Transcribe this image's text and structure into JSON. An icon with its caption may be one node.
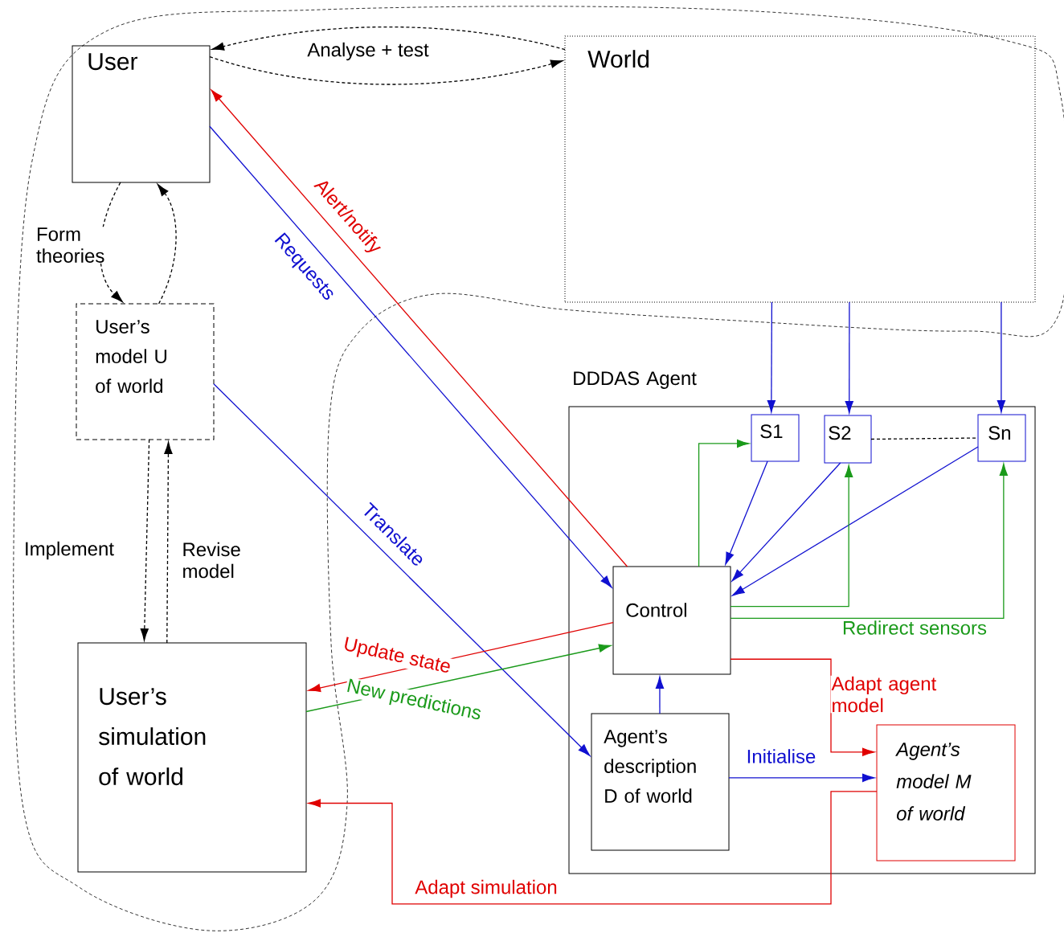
{
  "diagram": {
    "nodes": [
      {
        "text": [
          "User"
        ]
      },
      {
        "text": [
          "World"
        ]
      },
      {
        "text": [
          "User’s model U of world"
        ]
      },
      {
        "text": [
          "User’s simulation of world"
        ]
      },
      {
        "text": [
          "DDDAS Agent"
        ]
      },
      {
        "text": [
          "S1"
        ],
        "in": 4
      },
      {
        "text": [
          "S2"
        ],
        "in": 4
      },
      {
        "text": [
          "Sn"
        ],
        "in": 4
      },
      {
        "text": [
          "Control"
        ],
        "in": 4
      },
      {
        "text": [
          "Agent’s description D of world"
        ],
        "in": 4
      },
      {
        "text": [
          "Agent’s model M of world"
        ],
        "in": 4
      }
    ],
    "edges": [
      {
        "from": 1,
        "to": 0,
        "arrow": "to",
        "label": "Analyse + test",
        "style": "dashed",
        "color": "#000000"
      },
      {
        "from": 0,
        "to": 1,
        "arrow": "to",
        "style": "dashed",
        "color": "#000000"
      },
      {
        "from": 0,
        "to": 2,
        "arrow": "to",
        "label": "Form theories",
        "style": "dashed",
        "color": "#000000"
      },
      {
        "from": 2,
        "to": 0,
        "arrow": "to",
        "style": "dashed",
        "color": "#000000"
      },
      {
        "from": 2,
        "to": 3,
        "arrow": "to",
        "label": "Implement",
        "style": "dashed",
        "color": "#000000"
      },
      {
        "from": 3,
        "to": 2,
        "arrow": "to",
        "label": "Revise model",
        "style": "dashed",
        "color": "#000000"
      },
      {
        "from": 0,
        "to": 8,
        "arrow": "to",
        "label": "Requests"
      },
      {
        "from": 8,
        "to": 0,
        "arrow": "to",
        "label": "Alert/notify",
        "color": "#e00000"
      },
      {
        "from": 2,
        "to": 9,
        "arrow": "to",
        "label": "Translate"
      },
      {
        "from": 1,
        "to": 5,
        "arrow": "to"
      },
      {
        "from": 1,
        "to": 6,
        "arrow": "to"
      },
      {
        "from": 1,
        "to": 7,
        "arrow": "to"
      },
      {
        "from": 5,
        "to": 8,
        "arrow": "to"
      },
      {
        "from": 6,
        "to": 8,
        "arrow": "to"
      },
      {
        "from": 7,
        "to": 8,
        "arrow": "to"
      },
      {
        "from": 8,
        "to": 5,
        "arrow": "to",
        "color": "#1a9a1a"
      },
      {
        "from": 8,
        "to": 6,
        "arrow": "to",
        "color": "#1a9a1a"
      },
      {
        "from": 8,
        "to": 7,
        "arrow": "to",
        "label": "Redirect sensors",
        "color": "#1a9a1a"
      },
      {
        "from": 8,
        "to": 3,
        "arrow": "to",
        "label": "Update state",
        "color": "#e00000"
      },
      {
        "from": 3,
        "to": 8,
        "arrow": "to",
        "label": "New predictions",
        "color": "#1a9a1a"
      },
      {
        "from": 9,
        "to": 8,
        "arrow": "to"
      },
      {
        "from": 9,
        "to": 10,
        "arrow": "to",
        "label": "Initialise"
      },
      {
        "from": 8,
        "to": 10,
        "arrow": "to",
        "label": "Adapt agent model",
        "color": "#e00000"
      },
      {
        "from": 10,
        "to": 3,
        "arrow": "to",
        "label": "Adapt simulation",
        "color": "#e00000"
      },
      {
        "from": 6,
        "to": 7,
        "arrow": "none",
        "style": "dashed",
        "color": "#000000"
      }
    ]
  }
}
